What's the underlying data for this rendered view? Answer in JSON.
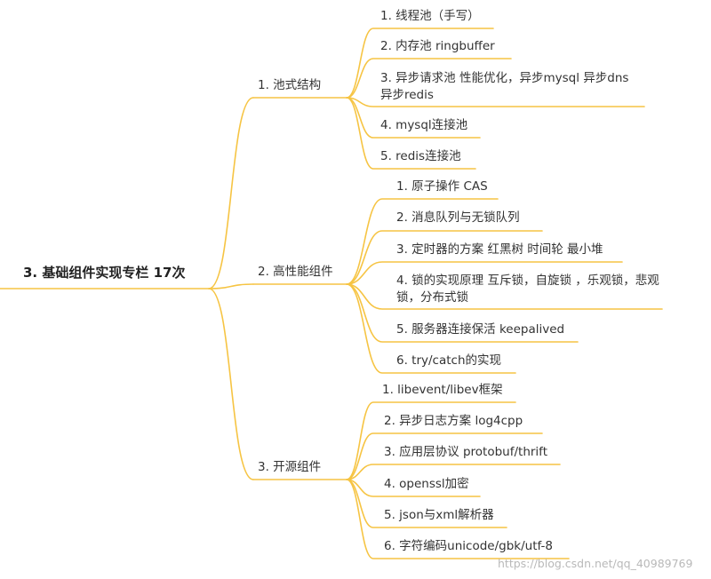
{
  "mindmap": {
    "root": "3. 基础组件实现专栏 17次",
    "branches": [
      {
        "label": "1. 池式结构",
        "children": [
          "1. 线程池（手写）",
          "2. 内存池 ringbuffer",
          "3. 异步请求池 性能优化，异步mysql 异步dns 异步redis",
          "4. mysql连接池",
          "5. redis连接池"
        ]
      },
      {
        "label": "2. 高性能组件",
        "children": [
          "1. 原子操作 CAS",
          "2. 消息队列与无锁队列",
          "3. 定时器的方案 红黑树 时间轮 最小堆",
          "4. 锁的实现原理 互斥锁，自旋锁 ，乐观锁，悲观锁，分布式锁",
          "5. 服务器连接保活 keepalived",
          "6. try/catch的实现"
        ]
      },
      {
        "label": "3. 开源组件",
        "children": [
          "1. libevent/libev框架",
          "2. 异步日志方案 log4cpp",
          "3. 应用层协议 protobuf/thrift",
          "4. openssl加密",
          "5. json与xml解析器",
          "6. 字符编码unicode/gbk/utf-8"
        ]
      }
    ],
    "line_color": "#f6c443"
  },
  "watermark": "https://blog.csdn.net/qq_40989769"
}
